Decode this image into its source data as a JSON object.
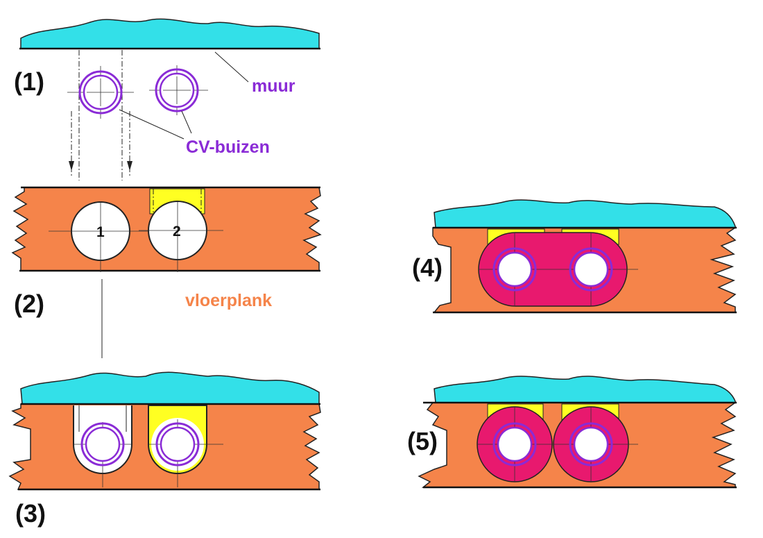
{
  "labels": {
    "step1": "(1)",
    "step2": "(2)",
    "step3": "(3)",
    "step4": "(4)",
    "step5": "(5)",
    "wall": "muur",
    "pipes": "CV-buizen",
    "floorboard": "vloerplank",
    "hole1": "1",
    "hole2": "2"
  },
  "colors": {
    "wall": "#33E0E8",
    "floorboard": "#F5844A",
    "filler": "#FFFF22",
    "rosette": "#E8196E",
    "pipe_ring": "#8A2BD6",
    "label_purple": "#8A2BD6",
    "label_orange": "#F5844A",
    "hole": "#FFFFFF"
  }
}
